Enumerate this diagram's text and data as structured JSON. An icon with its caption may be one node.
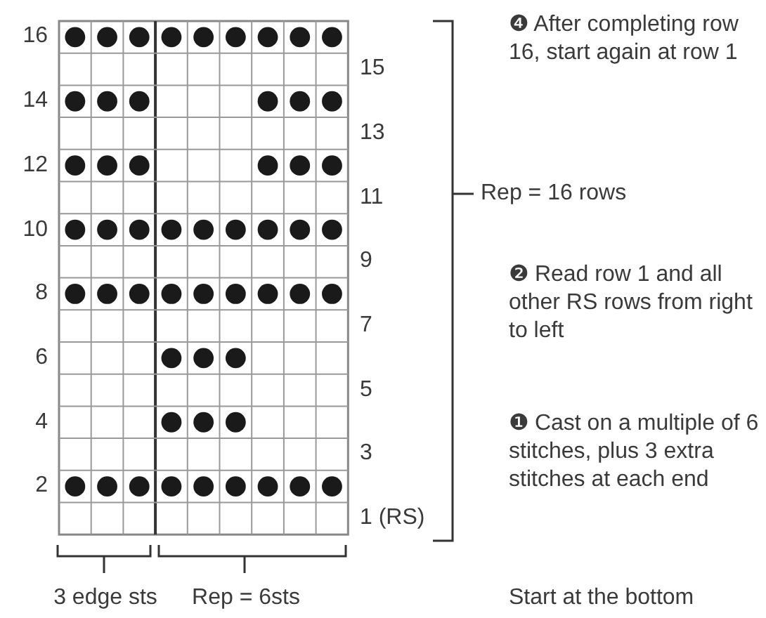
{
  "diagram": {
    "labels": [
      "16",
      "❹ After completing row 16, start again at row 1",
      "15",
      "14",
      "13",
      "12",
      "Rep = 16 rows",
      "11",
      "10",
      "9",
      "8",
      "❷ Read row 1 and all other RS rows from right to left",
      "7",
      "6",
      "5",
      "4",
      "❶ Cast on a multiple of 6 stitches, plus 3 extra stitches at each end",
      "3",
      "2",
      "1 (RS)",
      "3 edge sts",
      "Rep = 6sts",
      "Start at the bottom"
    ]
  }
}
